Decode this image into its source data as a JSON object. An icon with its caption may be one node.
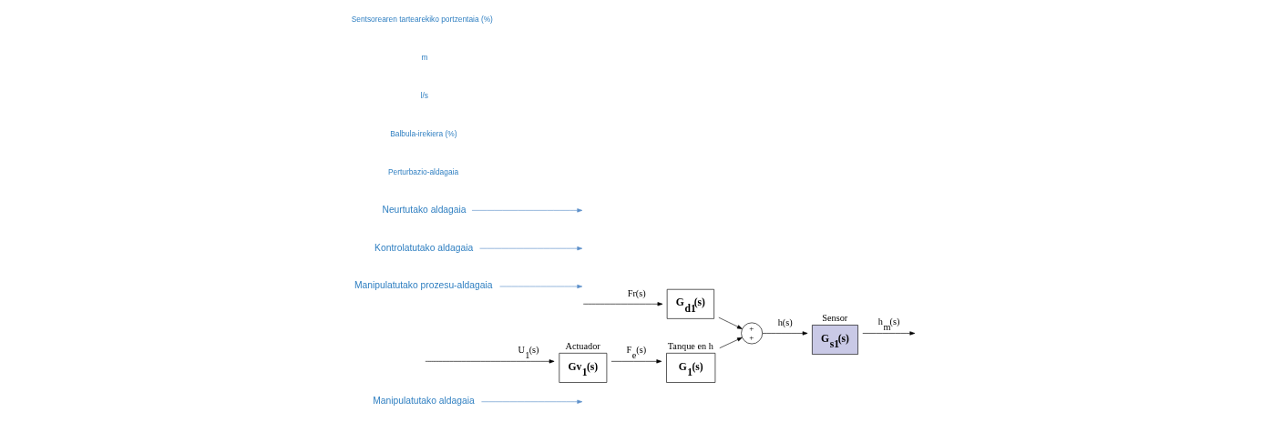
{
  "diagram": {
    "nodes": [
      {
        "text": [
          "Manipulatutako aldagaia"
        ]
      },
      {
        "text": [
          "Gv$_{1}$(s)"
        ],
        "beside": [
          "Actuador"
        ]
      },
      {
        "text": [
          "Manipulatutako prozesu-aldagaia"
        ]
      },
      {
        "text": [
          "G$_{1}$(s)"
        ],
        "beside": [
          "Tanque en h"
        ]
      },
      {
        "text": [
          "G$_{d1}$(s)"
        ]
      },
      {
        "text": [
          "+",
          "+"
        ]
      },
      {
        "text": [
          "Kontrolatutako aldagaia"
        ]
      },
      {
        "text": [
          "G$_{s1}$(s)"
        ],
        "beside": [
          "Sensor"
        ]
      },
      {
        "text": [
          "Neurtutako aldagaia"
        ]
      }
    ],
    "edges": [
      {
        "from": null,
        "to": 1,
        "arrow": "to",
        "label": "U$_{1}$(s)"
      },
      {
        "from": 1,
        "to": 3,
        "arrow": "to",
        "label": "F$_{e}$(s)"
      },
      {
        "from": 3,
        "to": 5,
        "arrow": "to"
      },
      {
        "from": null,
        "to": 4,
        "arrow": "to",
        "label": "Fr(s)"
      },
      {
        "from": 4,
        "to": 5,
        "arrow": "to"
      },
      {
        "from": 5,
        "to": 7,
        "arrow": "to",
        "label": "h(s)"
      },
      {
        "from": 7,
        "to": null,
        "arrow": "to",
        "label": "h$_{m}$(s)"
      },
      {
        "from": 0,
        "to": null,
        "arrow": "to",
        "color": "#5b8fc9"
      },
      {
        "from": 2,
        "to": null,
        "arrow": "to",
        "color": "#5b8fc9"
      },
      {
        "from": 6,
        "to": null,
        "arrow": "to",
        "color": "#5b8fc9"
      },
      {
        "from": 8,
        "to": null,
        "arrow": "to",
        "color": "#5b8fc9"
      }
    ],
    "labels": [
      "Perturbazio-aldagaia",
      "Balbula-irekiera (%)",
      "l/s",
      "m",
      "Sentsorearen tartearekiko portzentaia (%)"
    ]
  }
}
